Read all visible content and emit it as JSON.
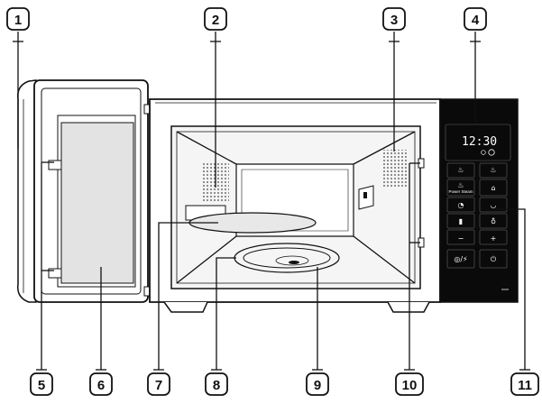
{
  "callouts": [
    {
      "id": "1",
      "label": "1"
    },
    {
      "id": "2",
      "label": "2"
    },
    {
      "id": "3",
      "label": "3"
    },
    {
      "id": "4",
      "label": "4"
    },
    {
      "id": "5",
      "label": "5"
    },
    {
      "id": "6",
      "label": "6"
    },
    {
      "id": "7",
      "label": "7"
    },
    {
      "id": "8",
      "label": "8"
    },
    {
      "id": "9",
      "label": "9"
    },
    {
      "id": "10",
      "label": "10"
    },
    {
      "id": "11",
      "label": "11"
    }
  ],
  "display": {
    "time": "12:30"
  },
  "panel": {
    "buttons": [
      {
        "icon": "♨",
        "label": "",
        "icon_name": "grill-icon"
      },
      {
        "icon": "♨",
        "label": "",
        "icon_name": "combi-icon"
      },
      {
        "icon": "♨",
        "label": "Power Steam",
        "icon_name": "power-steam-icon"
      },
      {
        "icon": "⌂",
        "label": "",
        "icon_name": "defrost-icon"
      },
      {
        "icon": "◔",
        "label": "",
        "icon_name": "timer-icon"
      },
      {
        "icon": "◡",
        "label": "",
        "icon_name": "eco-icon"
      },
      {
        "icon": "▮",
        "label": "",
        "icon_name": "auto-cook-icon"
      },
      {
        "icon": "♁",
        "label": "",
        "icon_name": "lock-icon"
      },
      {
        "icon": "−",
        "label": "",
        "icon_name": "minus-icon"
      },
      {
        "icon": "+",
        "label": "",
        "icon_name": "plus-icon"
      },
      {
        "icon": "◎/⚡",
        "label": "",
        "icon_name": "stop-eco-icon"
      },
      {
        "icon": "⏻",
        "label": "",
        "icon_name": "start-icon"
      }
    ]
  },
  "colors": {
    "outline": "#111111",
    "panel": "#0a0a0a",
    "glass": "#e6e6e6",
    "cavity": "#f3f3f3"
  }
}
